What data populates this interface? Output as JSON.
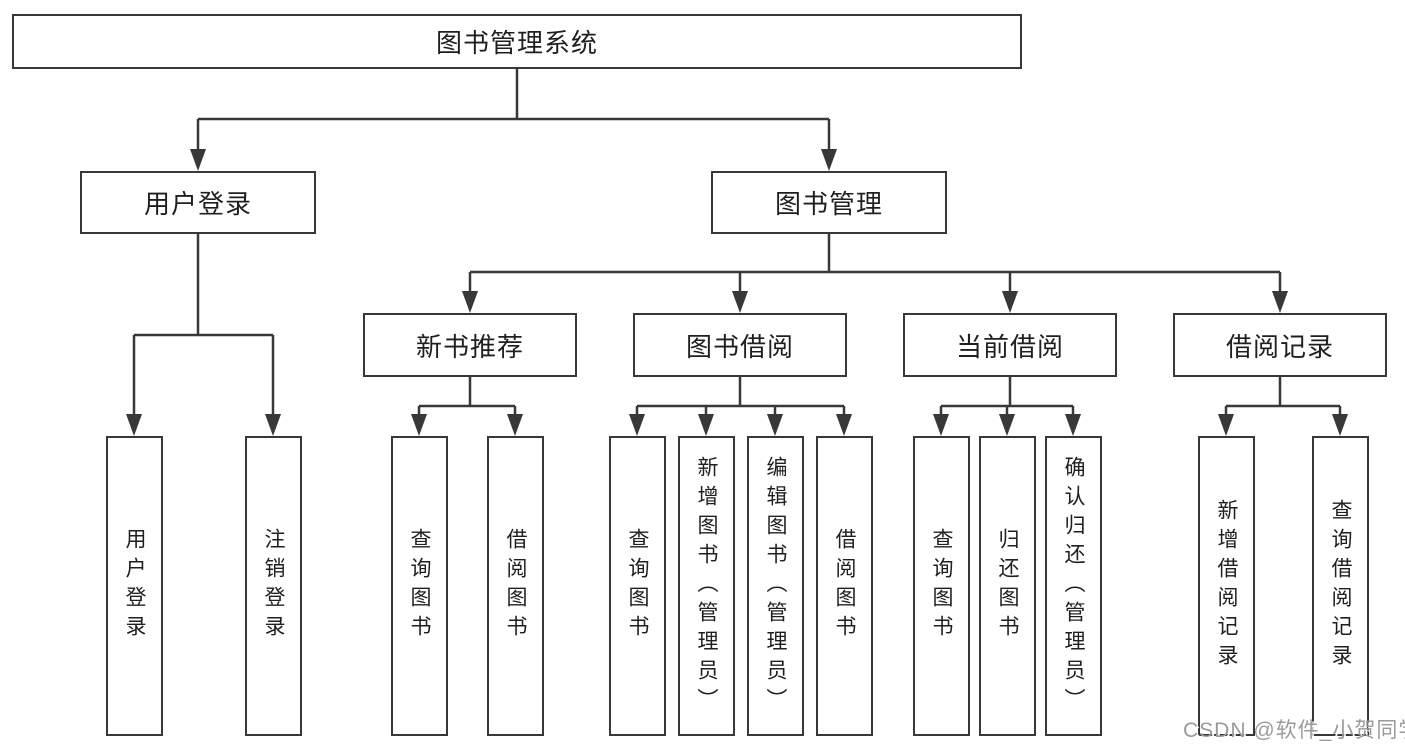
{
  "tree": {
    "root": {
      "label": "图书管理系统"
    },
    "user_login": {
      "label": "用户登录",
      "children": [
        "用户登录",
        "注销登录"
      ]
    },
    "book_management": {
      "label": "图书管理",
      "groups": [
        {
          "label": "新书推荐",
          "children": [
            "查询图书",
            "借阅图书"
          ]
        },
        {
          "label": "图书借阅",
          "children": [
            "查询图书",
            "新增图书（管理员）",
            "编辑图书（管理员）",
            "借阅图书"
          ]
        },
        {
          "label": "当前借阅",
          "children": [
            "查询图书",
            "归还图书",
            "确认归还（管理员）"
          ]
        },
        {
          "label": "借阅记录",
          "children": [
            "新增借阅记录",
            "查询借阅记录"
          ]
        }
      ]
    }
  },
  "watermark": {
    "text": "CSDN @软件_小贺同学"
  },
  "colors": {
    "line": "#383838",
    "box_background": "#ffffff",
    "text": "#1f1f1f",
    "watermark": "#9b9b9b"
  }
}
